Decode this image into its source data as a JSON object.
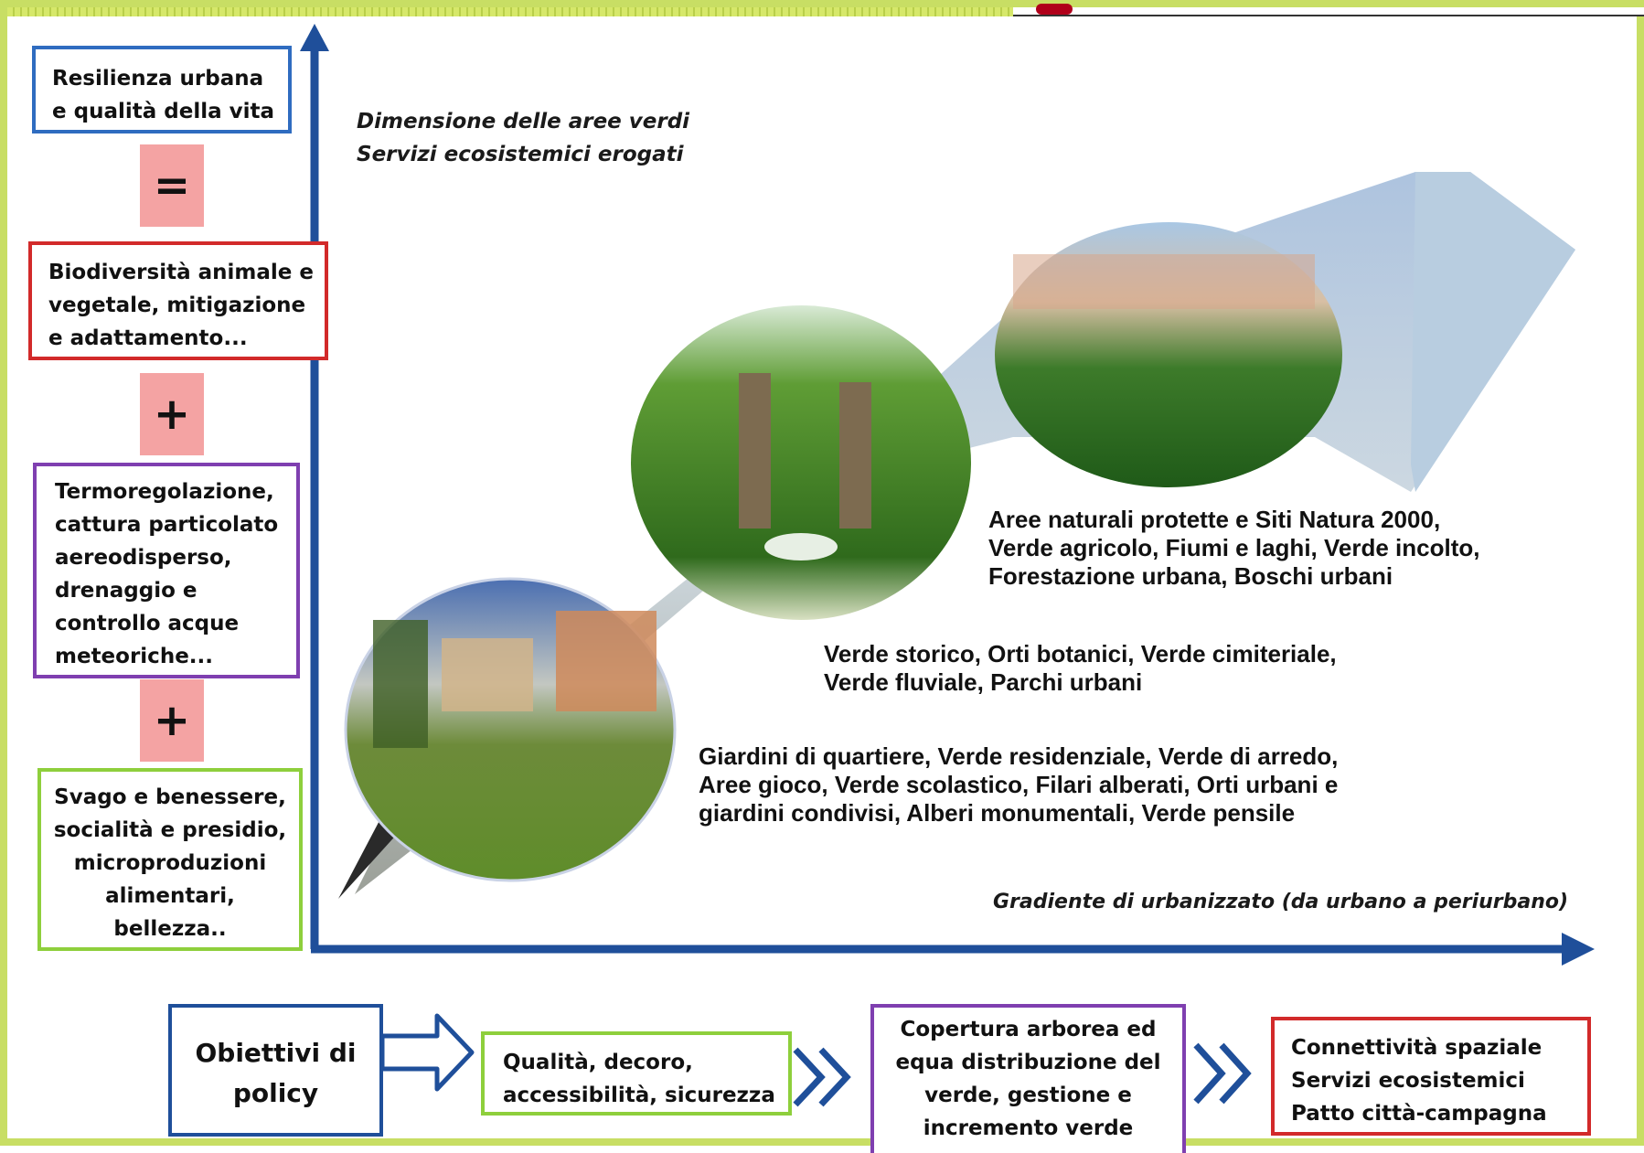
{
  "axes": {
    "y_title": [
      "Dimensione delle aree verdi",
      "Servizi ecosistemici erogati"
    ],
    "x_title": "Gradiente di urbanizzato (da urbano a periurbano)"
  },
  "left_column": {
    "boxes": [
      {
        "lines": [
          "Resilienza urbana",
          "e qualità della vita"
        ],
        "border": "#2f6cc0"
      },
      {
        "lines": [
          "Biodiversità animale e",
          "vegetale, mitigazione",
          "e adattamento..."
        ],
        "border": "#d22a2a"
      },
      {
        "lines": [
          "Termoregolazione,",
          "cattura particolato",
          "aereodisperso,",
          "drenaggio e",
          "controllo acque",
          "meteoriche..."
        ],
        "border": "#7f3fb0"
      },
      {
        "lines": [
          "Svago e benessere,",
          "socialità e presidio,",
          "microproduzioni",
          "alimentari,",
          "bellezza.."
        ],
        "border": "#8ecf3c"
      }
    ],
    "operators": [
      "=",
      "+",
      "+"
    ]
  },
  "categories": [
    {
      "lines": [
        "Aree naturali protette e Siti Natura 2000,",
        "Verde agricolo, Fiumi e laghi, Verde incolto,",
        "Forestazione urbana, Boschi urbani"
      ]
    },
    {
      "lines": [
        "Verde storico, Orti botanici, Verde cimiteriale,",
        "Verde fluviale, Parchi urbani"
      ]
    },
    {
      "lines": [
        "Giardini di quartiere, Verde residenziale, Verde di arredo,",
        "Aree gioco, Verde scolastico, Filari alberati, Orti urbani e",
        "giardini condivisi, Alberi monumentali, Verde pensile"
      ]
    }
  ],
  "policy_flow": [
    {
      "lines": [
        "Obiettivi di",
        "policy"
      ],
      "border": "#1f4f9a"
    },
    {
      "lines": [
        "Qualità, decoro,",
        "accessibilità, sicurezza"
      ],
      "border": "#8ecf3c"
    },
    {
      "lines": [
        "Copertura arborea ed",
        "equa distribuzione del",
        "verde, gestione e",
        "incremento verde"
      ],
      "border": "#7f3fb0"
    },
    {
      "lines": [
        "Connettività spaziale",
        "Servizi ecosistemici",
        "Patto città-campagna"
      ],
      "border": "#d22a2a"
    }
  ],
  "colors": {
    "frame": "#c8de64",
    "axis": "#1f4f9a",
    "operator_fill": "#f4a3a3"
  }
}
